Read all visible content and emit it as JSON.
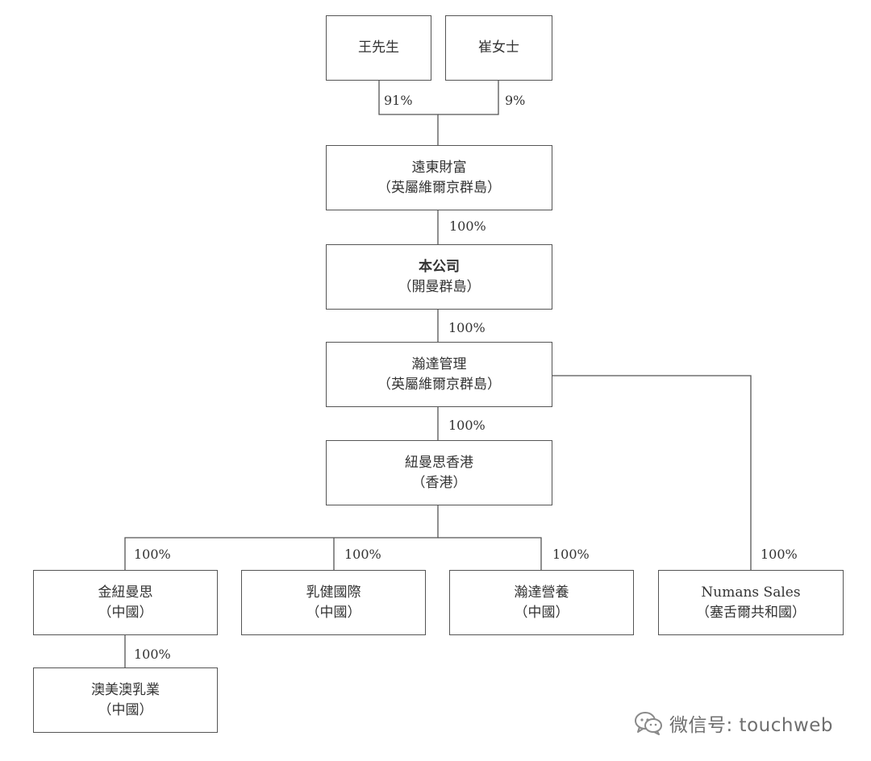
{
  "nodes": [
    {
      "id": "mr-wang",
      "name": "王先生",
      "sub": "",
      "bold": false
    },
    {
      "id": "ms-cui",
      "name": "崔女士",
      "sub": "",
      "bold": false
    },
    {
      "id": "far-east-wealth",
      "name": "遠東財富",
      "sub": "（英屬維爾京群島）",
      "bold": false
    },
    {
      "id": "company",
      "name": "本公司",
      "sub": "（開曼群島）",
      "bold": true
    },
    {
      "id": "handa-mgmt",
      "name": "瀚達管理",
      "sub": "（英屬維爾京群島）",
      "bold": false
    },
    {
      "id": "numans-hk",
      "name": "紐曼思香港",
      "sub": "（香港）",
      "bold": false
    },
    {
      "id": "jin-numans",
      "name": "金紐曼思",
      "sub": "（中國）",
      "bold": false
    },
    {
      "id": "rujian-intl",
      "name": "乳健國際",
      "sub": "（中國）",
      "bold": false
    },
    {
      "id": "handa-nutrition",
      "name": "瀚達營養",
      "sub": "（中國）",
      "bold": false
    },
    {
      "id": "numans-sales",
      "name": "Numans Sales",
      "sub": "（塞舌爾共和國）",
      "bold": false
    },
    {
      "id": "aumeiao-dairy",
      "name": "澳美澳乳業",
      "sub": "（中國）",
      "bold": false
    }
  ],
  "edges": [
    {
      "from": "mr-wang",
      "to": "far-east-wealth",
      "label": "91%"
    },
    {
      "from": "ms-cui",
      "to": "far-east-wealth",
      "label": "9%"
    },
    {
      "from": "far-east-wealth",
      "to": "company",
      "label": "100%"
    },
    {
      "from": "company",
      "to": "handa-mgmt",
      "label": "100%"
    },
    {
      "from": "handa-mgmt",
      "to": "numans-hk",
      "label": "100%"
    },
    {
      "from": "handa-mgmt",
      "to": "numans-sales",
      "label": "100%"
    },
    {
      "from": "numans-hk",
      "to": "jin-numans",
      "label": "100%"
    },
    {
      "from": "numans-hk",
      "to": "rujian-intl",
      "label": "100%"
    },
    {
      "from": "numans-hk",
      "to": "handa-nutrition",
      "label": "100%"
    },
    {
      "from": "jin-numans",
      "to": "aumeiao-dairy",
      "label": "100%"
    }
  ],
  "watermark": {
    "text": "微信号: touchweb",
    "icon": "wechat-icon"
  }
}
